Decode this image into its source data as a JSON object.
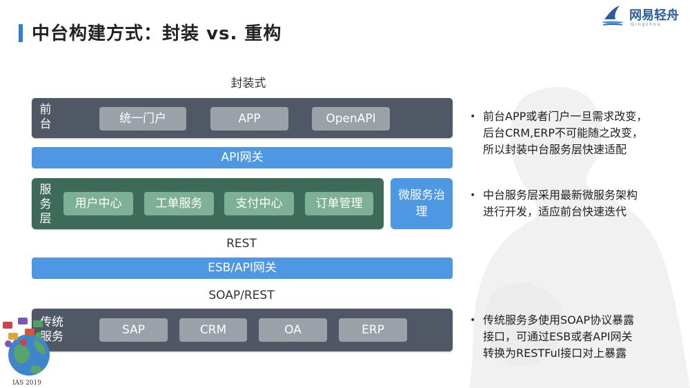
{
  "header": {
    "title": "中台构建方式：封装 vs. 重构",
    "brand": "网易轻舟",
    "brand_sub": "Qingzhou"
  },
  "diagram": {
    "heading": "封装式",
    "frontend": {
      "label": "前台",
      "items": [
        "统一门户",
        "APP",
        "OpenAPI"
      ]
    },
    "api_gateway": "API网关",
    "service_layer": {
      "label": "服务层",
      "items": [
        "用户中心",
        "工单服务",
        "支付中心",
        "订单管理"
      ]
    },
    "microservice": "微服务治理",
    "rest_label": "REST",
    "esb_gateway": "ESB/API网关",
    "soap_label": "SOAP/REST",
    "legacy": {
      "label": "传统服务",
      "items": [
        "SAP",
        "CRM",
        "OA",
        "ERP"
      ]
    }
  },
  "bullets": [
    {
      "lines": [
        "前台APP或者门户一旦需求改变，",
        "后台CRM,ERP不可能随之改变，",
        "所以封装中台服务层快速适配"
      ]
    },
    {
      "lines": [
        "中台服务层采用最新微服务架构",
        "进行开发，适应前台快速迭代"
      ]
    },
    {
      "lines": [
        "传统服务多使用SOAP协议暴露",
        "接口，可通过ESB或者API网关",
        "转换为RESTFul接口对上暴露"
      ]
    }
  ],
  "badge": {
    "caption": "IAS 2019"
  },
  "colors": {
    "accent_blue": "#4e97e3",
    "dark_panel": "#4f5864",
    "green_panel": "#3e6a5a",
    "chip_grey": "#9ba1a8",
    "chip_green": "#7db096"
  }
}
